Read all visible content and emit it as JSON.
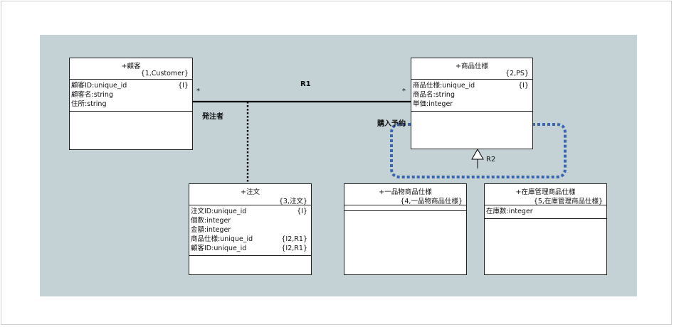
{
  "classes": [
    {
      "id": "customer",
      "name": "+顧客",
      "key_letters": "{1,Customer}",
      "attributes": [
        {
          "text": "顧客ID:unique_id",
          "ref": "{I}"
        },
        {
          "text": "顧客名:string",
          "ref": ""
        },
        {
          "text": "住所:string",
          "ref": ""
        }
      ]
    },
    {
      "id": "product-spec",
      "name": "+商品仕様",
      "key_letters": "{2,PS}",
      "attributes": [
        {
          "text": "商品仕様:unique_id",
          "ref": "{I}"
        },
        {
          "text": "商品名:string",
          "ref": ""
        },
        {
          "text": "単価:integer",
          "ref": ""
        }
      ]
    },
    {
      "id": "order",
      "name": "+注文",
      "key_letters": "{3,注文}",
      "attributes": [
        {
          "text": "注文ID:unique_id",
          "ref": "{I}"
        },
        {
          "text": "個数:integer",
          "ref": ""
        },
        {
          "text": "金額:integer",
          "ref": ""
        },
        {
          "text": "商品仕様:unique_id",
          "ref": "{I2,R1}"
        },
        {
          "text": "顧客ID:unique_id",
          "ref": "{I2,R1}"
        }
      ]
    },
    {
      "id": "single-product-spec",
      "name": "+一品物商品仕様",
      "key_letters": "{4,一品物商品仕様}",
      "attributes": []
    },
    {
      "id": "stock-product-spec",
      "name": "+在庫管理商品仕様",
      "key_letters": "{5,在庫管理商品仕様}",
      "attributes": [
        {
          "text": "在庫数:integer",
          "ref": ""
        }
      ]
    }
  ],
  "relationships": {
    "r1_label": "R1",
    "r1_left_multiplicity": "*",
    "r1_right_multiplicity": "*",
    "r1_left_phrase": "発注者",
    "r1_right_phrase": "購入予約",
    "r2_label": "R2"
  },
  "colors": {
    "background": "#c4d2d6",
    "highlight": "#3a66b0"
  }
}
